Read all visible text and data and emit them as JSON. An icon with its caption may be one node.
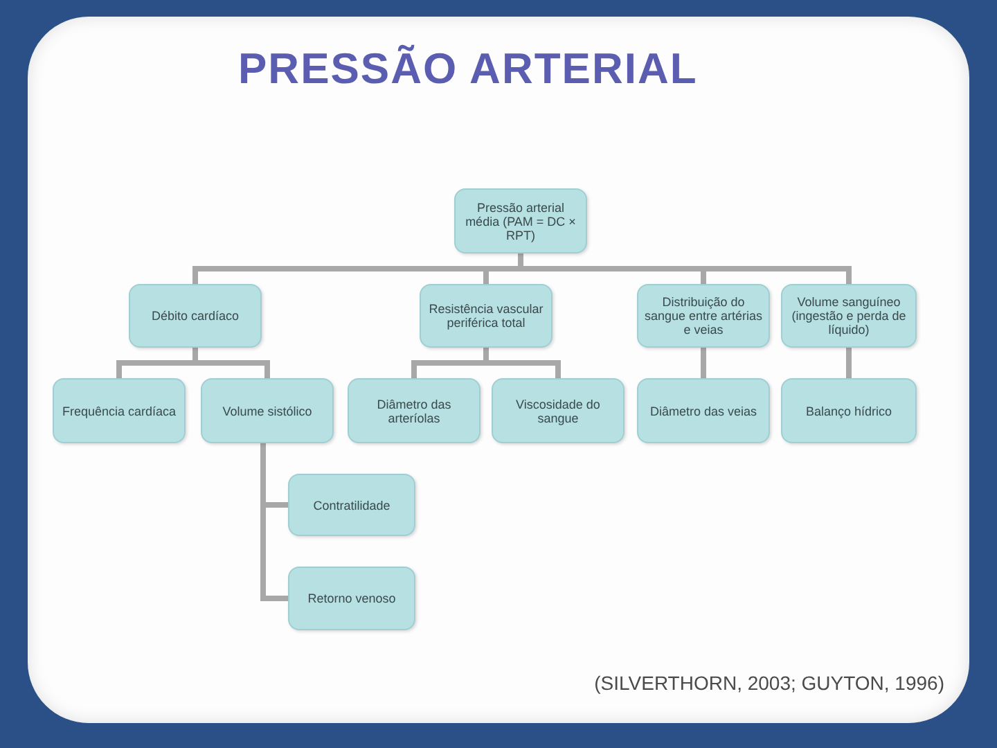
{
  "diagram": {
    "title": "PRESSÃO ARTERIAL",
    "nodes": [
      {
        "text": [
          "Pressão arterial média (PAM = DC × RPT)"
        ]
      },
      {
        "text": [
          "Débito cardíaco"
        ]
      },
      {
        "text": [
          "Resistência vascular periférica total"
        ]
      },
      {
        "text": [
          "Distribuição do sangue entre artérias e veias"
        ]
      },
      {
        "text": [
          "Volume sanguíneo (ingestão e perda de líquido)"
        ]
      },
      {
        "text": [
          "Frequência cardíaca"
        ]
      },
      {
        "text": [
          "Volume sistólico"
        ]
      },
      {
        "text": [
          "Diâmetro das arteríolas"
        ]
      },
      {
        "text": [
          "Viscosidade do sangue"
        ]
      },
      {
        "text": [
          "Diâmetro das veias"
        ]
      },
      {
        "text": [
          "Balanço hídrico"
        ]
      },
      {
        "text": [
          "Contratilidade"
        ]
      },
      {
        "text": [
          "Retorno venoso"
        ]
      }
    ],
    "edges": [
      {
        "from": 0,
        "to": 1,
        "arrow": "none"
      },
      {
        "from": 0,
        "to": 2,
        "arrow": "none"
      },
      {
        "from": 0,
        "to": 3,
        "arrow": "none"
      },
      {
        "from": 0,
        "to": 4,
        "arrow": "none"
      },
      {
        "from": 1,
        "to": 5,
        "arrow": "none"
      },
      {
        "from": 1,
        "to": 6,
        "arrow": "none"
      },
      {
        "from": 2,
        "to": 7,
        "arrow": "none"
      },
      {
        "from": 2,
        "to": 8,
        "arrow": "none"
      },
      {
        "from": 3,
        "to": 9,
        "arrow": "none"
      },
      {
        "from": 4,
        "to": 10,
        "arrow": "none"
      },
      {
        "from": 6,
        "to": 11,
        "arrow": "none"
      },
      {
        "from": 6,
        "to": 12,
        "arrow": "none"
      }
    ],
    "caption": "(SILVERTHORN, 2003; GUYTON, 1996)"
  }
}
